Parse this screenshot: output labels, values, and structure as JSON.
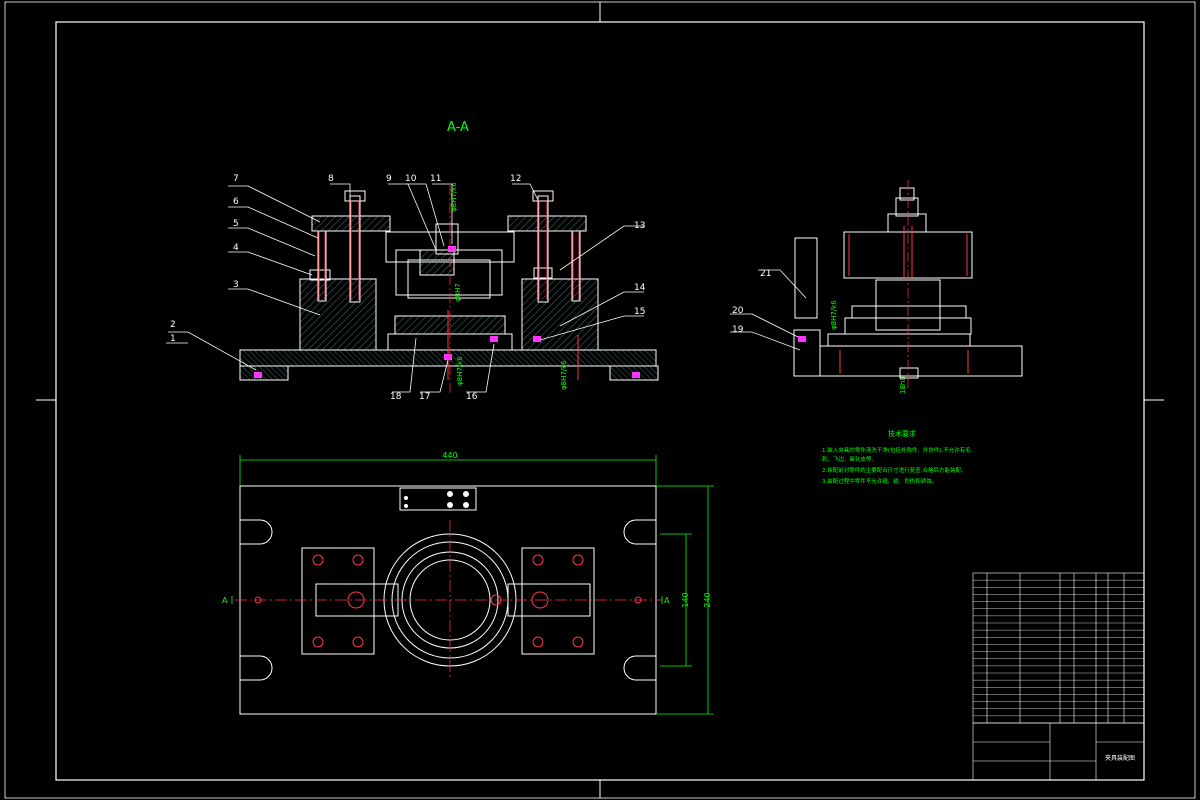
{
  "drawing": {
    "section_label": "A-A",
    "part_callouts": [
      "1",
      "2",
      "3",
      "4",
      "5",
      "6",
      "7",
      "8",
      "9",
      "10",
      "11",
      "12",
      "13",
      "14",
      "15",
      "16",
      "17",
      "18",
      "19",
      "20",
      "21"
    ],
    "dimensions": {
      "plan_width": "440",
      "plan_depth": "240",
      "plan_inner": "140",
      "phi_top": "φ8H7/k6",
      "phi_center": "φ8H7",
      "phi_lower": "φ8H7/k6",
      "phi_lower2": "φ8H7/k6",
      "phi_side": "φ8H7/k6",
      "side_bottom": "18h8"
    },
    "section_marker_left": "A",
    "section_marker_right": "A"
  },
  "notes": {
    "title": "技术要求",
    "items": [
      "1.装入夹具的零件清洗干净(包括外购件、外协件),不允许有毛刺、飞边、氧化皮等。",
      "2.装配前对零件的主要配合尺寸进行复查,合格后方能装配。",
      "3.装配过程中零件不允许磕、碰、划伤和锈蚀。"
    ]
  },
  "title_block": {
    "drawing_name": "夹具装配图"
  }
}
